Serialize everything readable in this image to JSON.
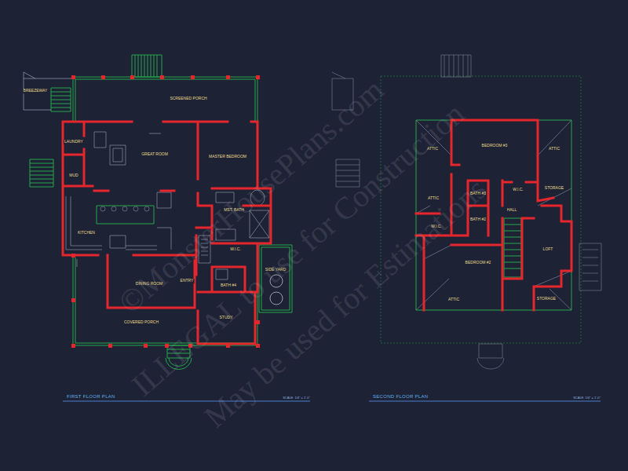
{
  "diagram": {
    "labels": [
      "BREEZEWAY",
      "SCREENED PORCH",
      "LAUNDRY",
      "GREAT ROOM",
      "MASTER BEDROOM",
      "MUD",
      "KITCHEN",
      "MST. BATH",
      "W.I.C.",
      "DINING ROOM",
      "ENTRY",
      "BATH #4",
      "SIDE YARD",
      "COVERED PORCH",
      "STUDY",
      "FIRST FLOOR PLAN",
      "SCALE: 1/4\" = 1'-0\"",
      "ATTIC",
      "BEDROOM #3",
      "ATTIC",
      "BATH #3",
      "W.I.C.",
      "ATTIC",
      "BATH #2",
      "HALL",
      "STORAGE",
      "W.I.C.",
      "BEDROOM #2",
      "LOFT",
      "STORAGE",
      "ATTIC",
      "SECOND FLOOR PLAN",
      "SCALE: 1/4\" = 1'-0\"",
      "©MonsterHousePlans.com",
      "ILLEGAL to use for Construction",
      "May be used for Estimations"
    ]
  }
}
